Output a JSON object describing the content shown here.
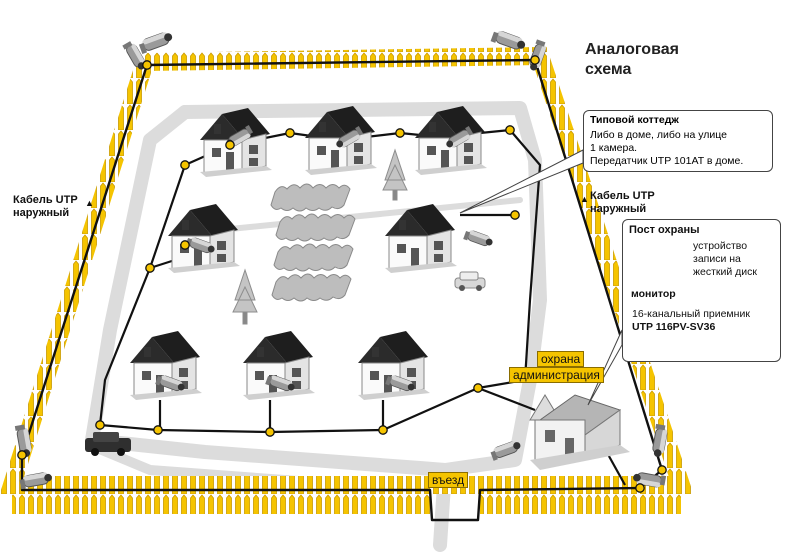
{
  "title": {
    "line1": "Аналоговая",
    "line2": "схема"
  },
  "cable_left": {
    "line1": "Кабель UTP",
    "line2": "наружный"
  },
  "cable_right": {
    "line1": "Кабель UTP",
    "line2": "наружный"
  },
  "cottage_callout": {
    "heading": "Типовой коттедж",
    "line1": "Либо в доме, либо на улице",
    "line2": "1 камера.",
    "line3": "Передатчик UTP 101AT в доме."
  },
  "guard_post": {
    "heading": "Пост охраны",
    "recorder_line1": "устройство",
    "recorder_line2": "записи на",
    "recorder_line3": "жесткий диск",
    "monitor_label": "монитор",
    "receiver_line1": "16-канальный приемник",
    "receiver_line2": "UTP 116PV-SV36"
  },
  "tags": {
    "guard": "охрана",
    "admin": "администрация",
    "entrance": "въезд"
  },
  "colors": {
    "fence": "#f5c400",
    "fence_dark": "#c99a00",
    "road": "#d8d8d8",
    "cable": "#111111",
    "node": "#f5c400"
  }
}
